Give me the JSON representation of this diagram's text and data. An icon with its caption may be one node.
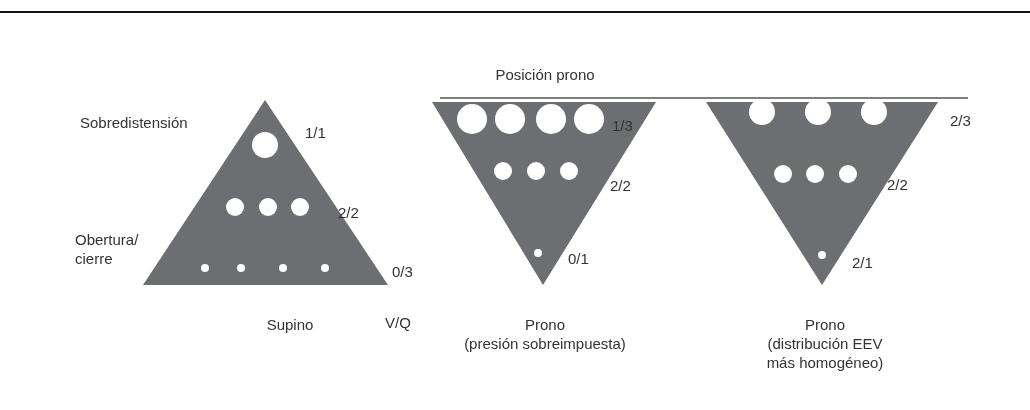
{
  "diagram": {
    "labels": [
      "Posición prono",
      "Sobredistensión",
      "1/1",
      "1/3",
      "2/3",
      "2/2",
      "2/2",
      "2/2",
      "Obertura/ cierre",
      "0/3",
      "0/1",
      "2/1",
      "Supino",
      "V/Q",
      "Prono",
      "Prono",
      "(presión sobreimpuesta)",
      "(distribución EEV más homogéneo)"
    ]
  }
}
